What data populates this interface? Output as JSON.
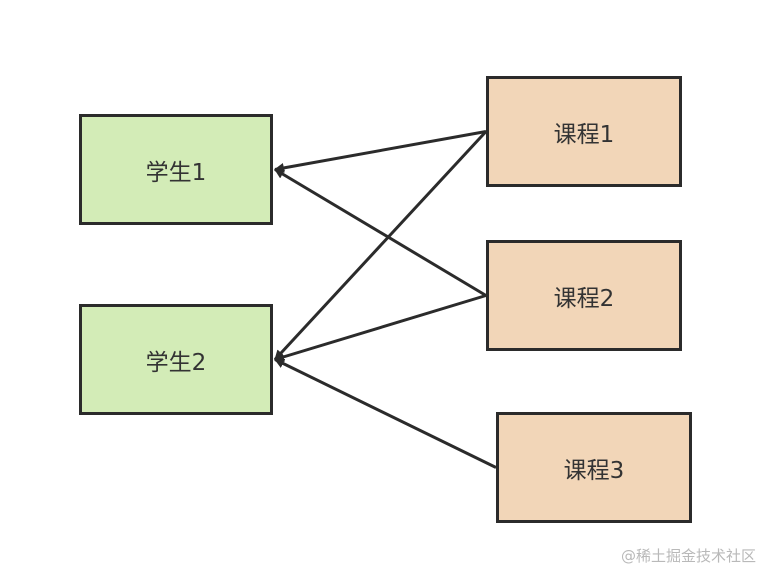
{
  "diagram": {
    "colors": {
      "student_fill": "#d3ecb7",
      "course_fill": "#f2d6b8",
      "stroke": "#2b2b2b",
      "text": "#333333"
    },
    "nodes": {
      "s1": "学生1",
      "s2": "学生2",
      "c1": "课程1",
      "c2": "课程2",
      "c3": "课程3"
    },
    "edges": [
      {
        "from": "c1",
        "to": "s1"
      },
      {
        "from": "c1",
        "to": "s2"
      },
      {
        "from": "c2",
        "to": "s1"
      },
      {
        "from": "c2",
        "to": "s2"
      },
      {
        "from": "c3",
        "to": "s2"
      }
    ]
  },
  "watermark": "@稀土掘金技术社区"
}
